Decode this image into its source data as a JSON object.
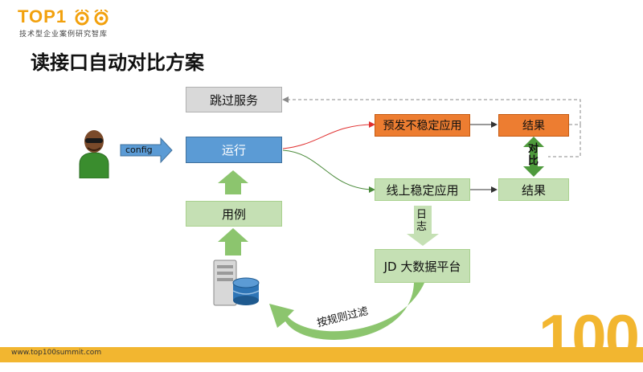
{
  "logo": {
    "brand": "TOP1",
    "subtitle": "技术型企业案例研究智库"
  },
  "title": "读接口自动对比方案",
  "diagram": {
    "skip_service": "跳过服务",
    "run": "运行",
    "config": "config",
    "use_case": "用例",
    "pre_release_unstable": "预发不稳定应用",
    "result_top": "结果",
    "compare_line1": "对",
    "compare_line2": "比",
    "online_stable": "线上稳定应用",
    "result_bottom": "结果",
    "log_line1": "日",
    "log_line2": "志",
    "bigdata_platform": "JD 大数据平台",
    "filter_by_rules": "按规则过滤"
  },
  "colors": {
    "blue": "#5b9bd5",
    "orange": "#ed7d31",
    "green": "#c5e0b4",
    "grey": "#d9d9d9",
    "brand": "#f2b630"
  },
  "footer": {
    "url": "www.top100summit.com",
    "big_number": "100"
  }
}
